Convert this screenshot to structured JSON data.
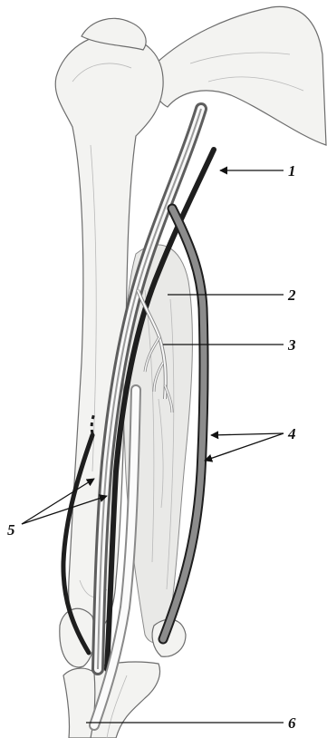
{
  "figure": {
    "colors": {
      "bone": "#f3f3f1",
      "outline": "#6d6d6d",
      "vessel_gray": "#8c8c8c",
      "vessel_dark": "#1e1e1e",
      "vessel_white": "#f8f8f8",
      "label": "#111111"
    },
    "labels": [
      {
        "id": "1",
        "text": "1"
      },
      {
        "id": "2",
        "text": "2"
      },
      {
        "id": "3",
        "text": "3"
      },
      {
        "id": "4",
        "text": "4"
      },
      {
        "id": "5",
        "text": "5"
      },
      {
        "id": "6",
        "text": "6"
      }
    ]
  }
}
